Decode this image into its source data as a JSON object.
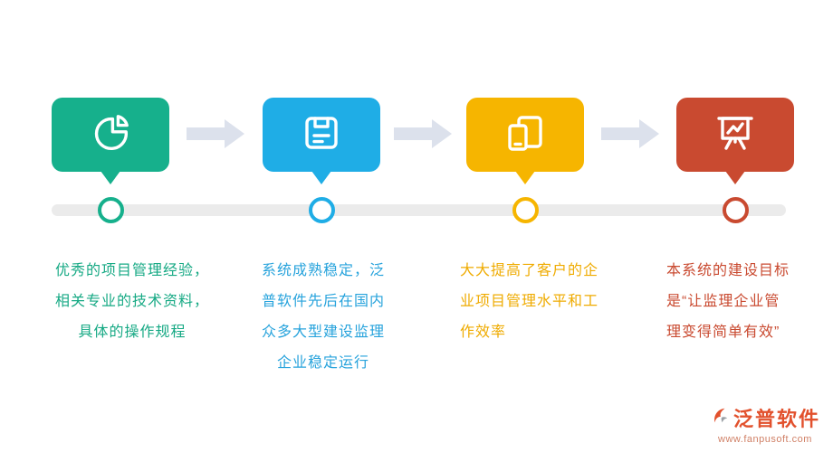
{
  "page": {
    "background": "#ffffff",
    "timeline_color": "#ebebeb",
    "arrow_color": "#dce1ec"
  },
  "steps": [
    {
      "name": "experience",
      "color": "#16b08c",
      "icon": "pie-chart-icon",
      "lines": [
        "优秀的项目管理经验，",
        "相关专业的技术资料，",
        "具体的操作规程"
      ]
    },
    {
      "name": "stability",
      "color": "#1fade6",
      "icon": "save-icon",
      "lines": [
        "系统成熟稳定，泛",
        "普软件先后在国内",
        "众多大型建设监理",
        "企业稳定运行"
      ]
    },
    {
      "name": "efficiency",
      "color": "#f6b500",
      "icon": "devices-icon",
      "lines": [
        "大大提高了客户的企",
        "业项目管理水平和工",
        "作效率"
      ]
    },
    {
      "name": "goal",
      "color": "#c94a30",
      "icon": "presentation-chart-icon",
      "lines": [
        "本系统的建设目标",
        "是“让监理企业管",
        "理变得简单有效”"
      ]
    }
  ],
  "footer": {
    "brand": "泛普软件",
    "url": "www.fanpusoft.com"
  }
}
